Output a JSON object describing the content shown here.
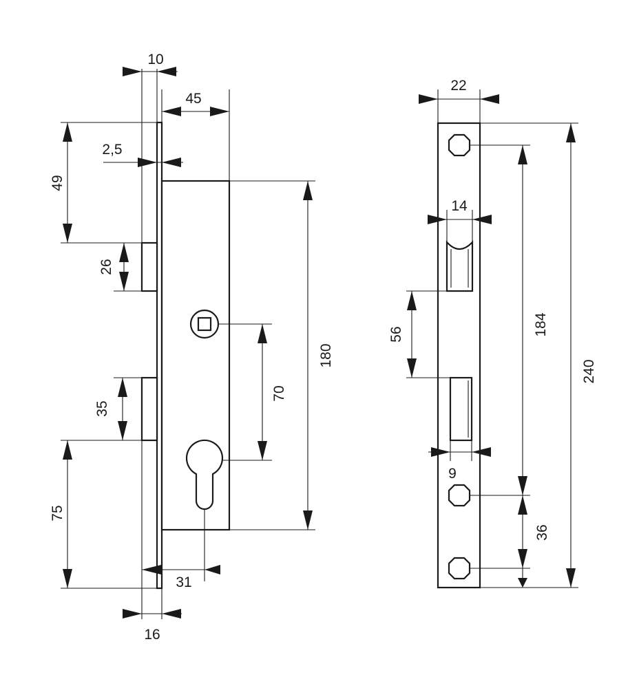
{
  "colors": {
    "line": "#1a1a1a",
    "background": "#ffffff"
  },
  "lock_body": {
    "dim_10": "10",
    "dim_45": "45",
    "dim_2_5": "2,5",
    "dim_49": "49",
    "dim_26": "26",
    "dim_35": "35",
    "dim_75": "75",
    "dim_70": "70",
    "dim_180": "180",
    "dim_31": "31",
    "dim_16": "16"
  },
  "strike_plate": {
    "dim_22": "22",
    "dim_14": "14",
    "dim_56": "56",
    "dim_9": "9",
    "dim_184": "184",
    "dim_240": "240",
    "dim_36": "36"
  }
}
